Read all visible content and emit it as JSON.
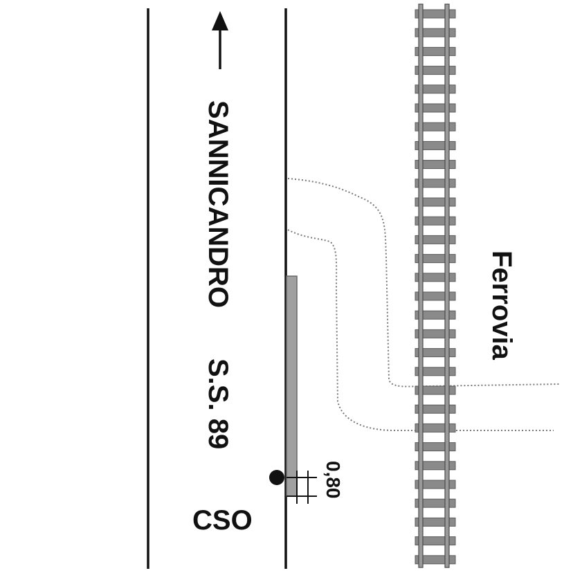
{
  "labels": {
    "road_name": "SANNICANDRO",
    "road_code": "S.S. 89",
    "station": "CSO",
    "railway": "Ferrovia",
    "measure": "0,80"
  },
  "colors": {
    "line": "#111111",
    "rail": "#8a8a8a",
    "rail_dark": "#5a5a5a",
    "sidewalk": "#a0a0a0",
    "dotted": "#777777"
  }
}
